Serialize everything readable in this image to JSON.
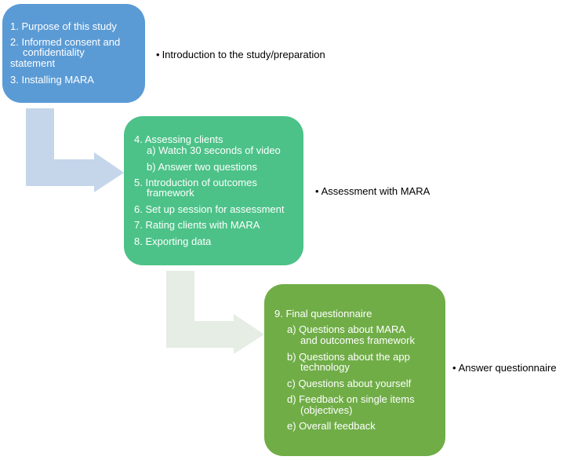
{
  "colors": {
    "stage1_box": "#5b9bd5",
    "stage2_box": "#4cc288",
    "stage3_box": "#70ad47",
    "arrow1": "#c5d6ea",
    "arrow2": "#e5ede4",
    "text_in_box": "#ffffff",
    "label_text": "#000000"
  },
  "stages": [
    {
      "label": "Introduction to the study/preparation",
      "items": [
        "1. Purpose of this study",
        "2. Informed consent and",
        "confidentiality",
        "statement",
        "3. Installing MARA"
      ]
    },
    {
      "label": "Assessment with MARA",
      "items": [
        "4. Assessing clients",
        "a) Watch 30 seconds of video",
        "b) Answer two questions",
        "5. Introduction of outcomes",
        "framework",
        "6. Set up session for assessment",
        "7. Rating clients with MARA",
        "8. Exporting data"
      ]
    },
    {
      "label": "Answer questionnaire",
      "items": [
        "9. Final questionnaire",
        "a) Questions about MARA",
        "and outcomes framework",
        "b) Questions about the app",
        "technology",
        "c) Questions about yourself",
        "d) Feedback on single items",
        "(objectives)",
        "e) Overall feedback"
      ]
    }
  ],
  "bullet": "•"
}
